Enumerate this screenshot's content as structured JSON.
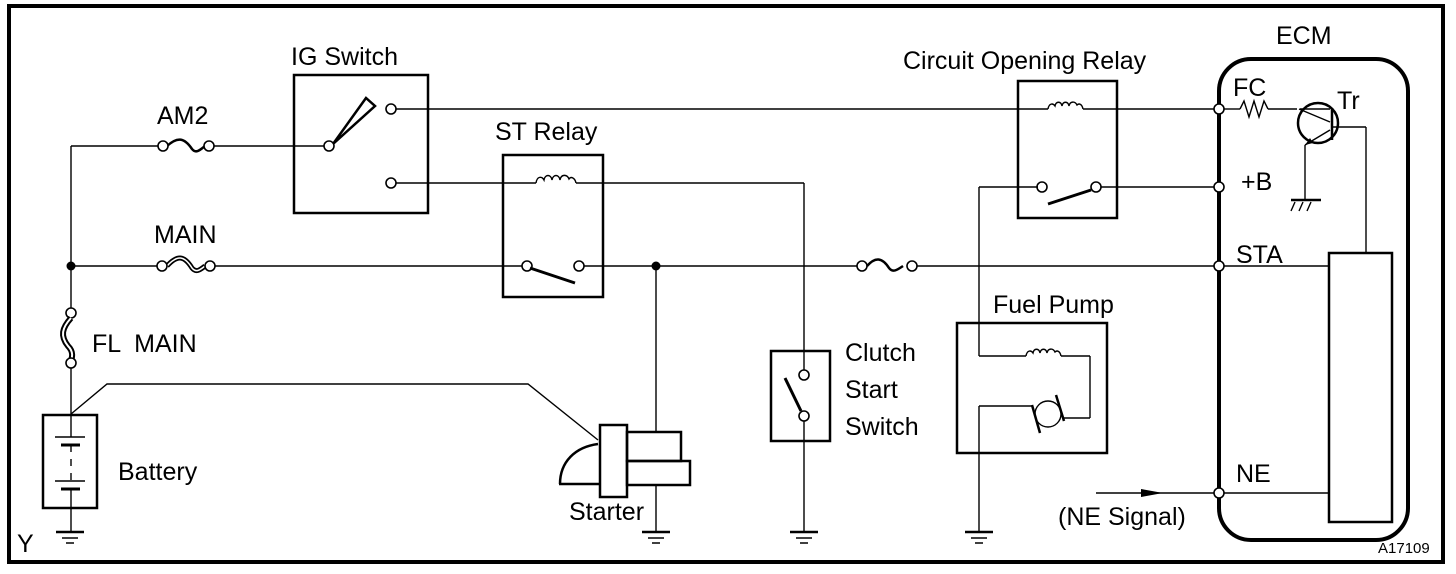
{
  "diagram": {
    "type": "wiring-diagram",
    "figure_id": "A17109",
    "corner_mark": "Y",
    "components": {
      "ig_switch": "IG Switch",
      "st_relay": "ST Relay",
      "circuit_opening_relay": "Circuit Opening Relay",
      "ecm": "ECM",
      "fuel_pump": "Fuel Pump",
      "battery": "Battery",
      "starter": "Starter",
      "clutch_start_switch": [
        "Clutch",
        "Start",
        "Switch"
      ],
      "transistor": "Tr"
    },
    "fuses": {
      "am2": "AM2",
      "main": "MAIN",
      "fl_main": "FL  MAIN"
    },
    "ecm_terminals": {
      "fc": "FC",
      "plus_b": "+B",
      "sta": "STA",
      "ne": "NE"
    },
    "signals": {
      "ne_signal": "(NE Signal)"
    },
    "colors": {
      "line": "#000000",
      "background": "#ffffff"
    }
  }
}
